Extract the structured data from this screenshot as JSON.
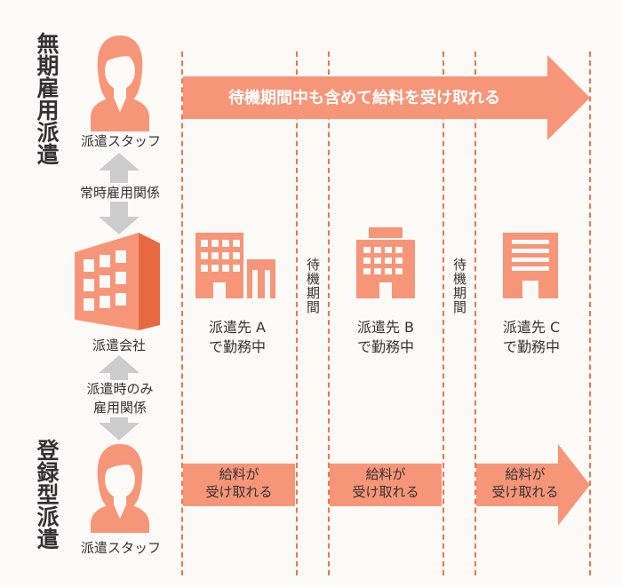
{
  "colors": {
    "accent": "#f79578",
    "accent_dark": "#ee7350",
    "gray_arrow": "#cccccc",
    "background": "#fcfaf6"
  },
  "sections": {
    "top_title": "無期雇用派遣",
    "bottom_title": "登録型派遣"
  },
  "people": {
    "top_label": "派遣スタッフ",
    "bottom_label": "派遣スタッフ"
  },
  "relations": {
    "permanent": "常時雇用関係",
    "temporary_line1": "派遣時のみ",
    "temporary_line2": "雇用関係"
  },
  "company": {
    "label": "派遣会社"
  },
  "top_arrow": {
    "text": "待機期間中も含めて給料を受け取れる"
  },
  "destinations": [
    {
      "line1": "派遣先 A",
      "line2": "で勤務中"
    },
    {
      "line1": "派遣先 B",
      "line2": "で勤務中"
    },
    {
      "line1": "派遣先 C",
      "line2": "で勤務中"
    }
  ],
  "waiting": [
    {
      "text": "待機期間"
    },
    {
      "text": "待機期間"
    }
  ],
  "pay_arrows": [
    {
      "line1": "給料が",
      "line2": "受け取れる"
    },
    {
      "line1": "給料が",
      "line2": "受け取れる"
    },
    {
      "line1": "給料が",
      "line2": "受け取れる"
    }
  ],
  "icons": [
    "person-icon",
    "company-building-icon",
    "office-building-icon"
  ]
}
